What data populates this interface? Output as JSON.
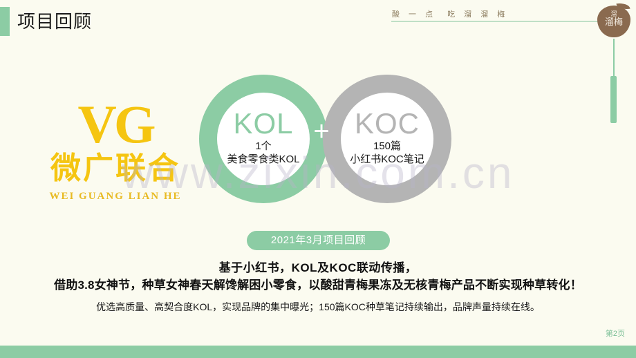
{
  "slide": {
    "title": "项目回顾",
    "background_color": "#fbfbf0",
    "accent_color": "#8ccca4",
    "gray_color": "#b4b4b4",
    "gold_color": "#f5c511",
    "seal_color": "#8a6a4f"
  },
  "header": {
    "slogan": "酸 一 点　吃 溜 溜 梅",
    "seal": {
      "line1": "溜",
      "line2": "溜梅"
    }
  },
  "brand_logo": {
    "mark": "VG",
    "chinese": "微广联合",
    "pinyin": "WEI GUANG LIAN HE"
  },
  "venn": {
    "left": {
      "heading": "KOL",
      "count": "1个",
      "description": "美食零食类KOL"
    },
    "operator": "+",
    "right": {
      "heading": "KOC",
      "count": "150篇",
      "description": "小红书KOC笔记"
    }
  },
  "pill": {
    "label": "2021年3月项目回顾"
  },
  "headline": {
    "line1": "基于小红书，KOL及KOC联动传播，",
    "line2": "借助3.8女神节，种草女神春天解馋解困小零食，以酸甜青梅果冻及无核青梅产品不断实现种草转化！"
  },
  "subcopy": {
    "text": "优选高质量、高契合度KOL，实现品牌的集中曝光；150篇KOC种草笔记持续输出，品牌声量持续在线。"
  },
  "footer": {
    "page_number": "第2页"
  },
  "watermark": {
    "text": "www.zixin.com.cn"
  }
}
